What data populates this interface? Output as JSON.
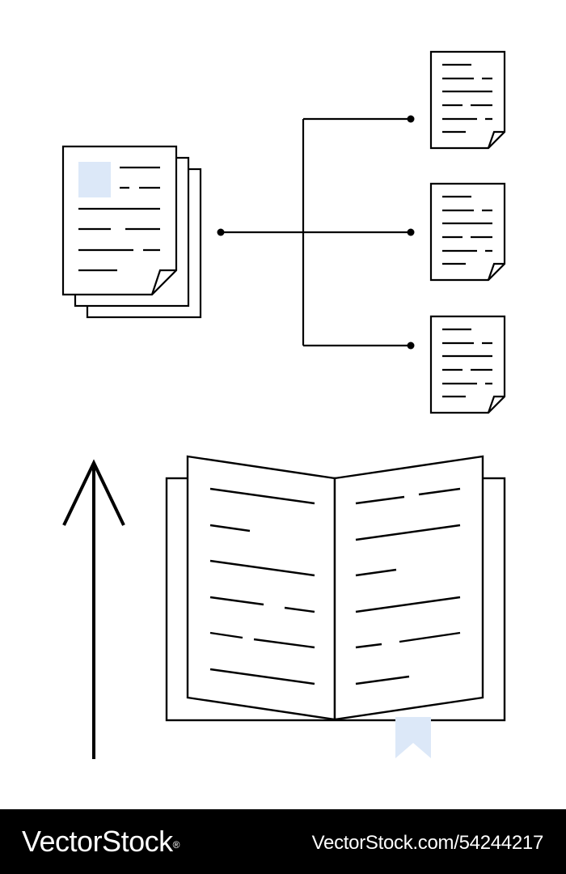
{
  "illustration": {
    "subject": "document-distribution-and-open-book",
    "colors": {
      "stroke": "#000000",
      "background": "#ffffff",
      "accent": "#dce8f8"
    },
    "icons": [
      "document-stack-icon",
      "branch-connector-icon",
      "document-icon",
      "open-book-icon",
      "bookmark-icon",
      "up-arrow-icon"
    ]
  },
  "watermark": {
    "brand": "VectorStock",
    "registered_mark": "®",
    "url_id": "VectorStock.com/54244217"
  }
}
